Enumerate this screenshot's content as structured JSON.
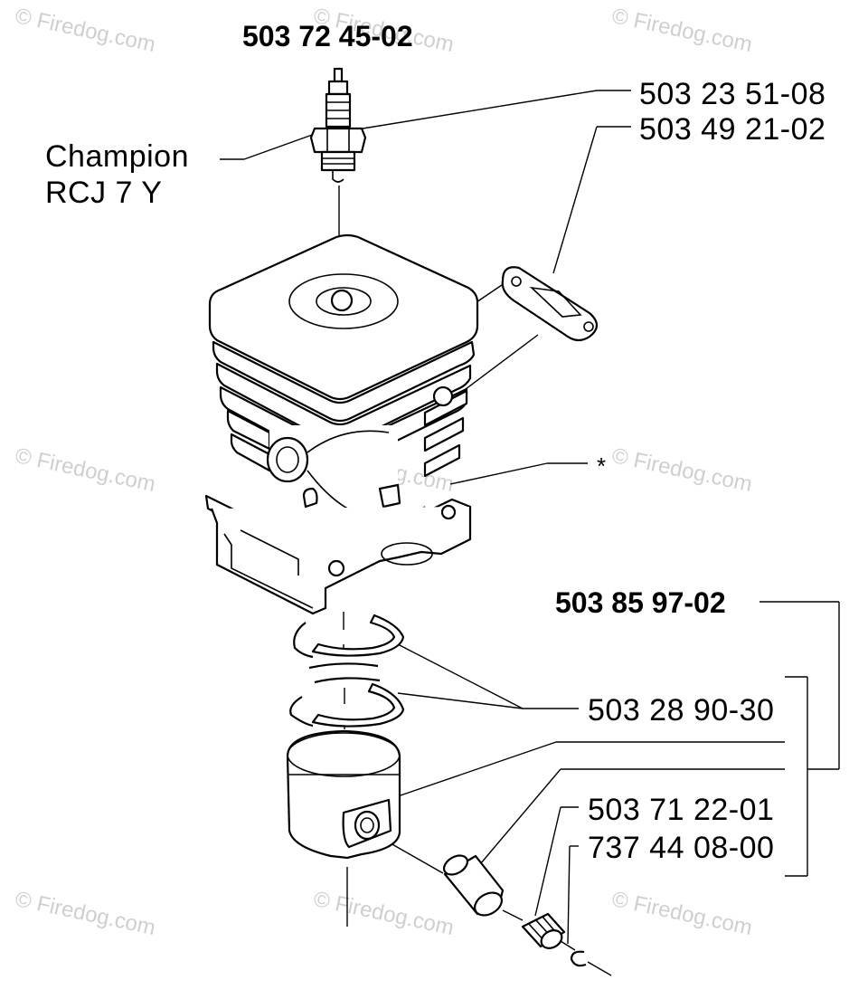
{
  "labels": {
    "spark_plug_pn": "503 72 45-02",
    "gasket_pn_1": "503 23 51-08",
    "gasket_pn_2": "503 49 21-02",
    "plug_brand": "Champion",
    "plug_model": "RCJ 7 Y",
    "star": "*",
    "kit_pn": "503 85 97-02",
    "rings_pn": "503 28 90-30",
    "bearing_pn": "503 71 22-01",
    "circlip_pn": "737 44 08-00"
  },
  "watermark": {
    "text": "© Firedog.com"
  },
  "icons": {
    "spark_plug": "spark-plug-icon",
    "cylinder": "cylinder-icon",
    "exhaust_gasket": "exhaust-gasket-icon",
    "piston_rings": "piston-rings-icon",
    "piston": "piston-icon",
    "piston_pin": "piston-pin-icon",
    "needle_bearing": "needle-bearing-icon",
    "circlip": "circlip-icon"
  },
  "colors": {
    "ink": "#000000",
    "background": "#ffffff",
    "watermark": "#cfcfcf"
  }
}
